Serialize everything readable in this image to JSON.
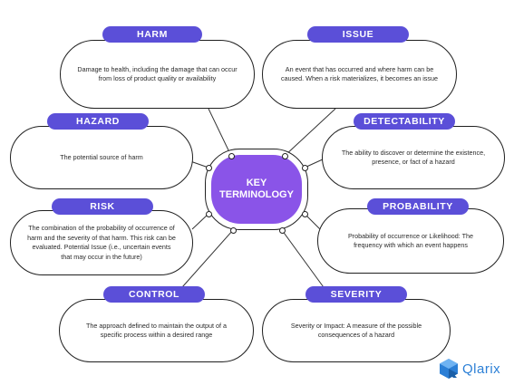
{
  "center": {
    "label": "KEY TERMINOLOGY"
  },
  "terms": {
    "harm": {
      "title": "HARM",
      "description": "Damage to health, including the damage that can occur from loss of product quality or availability"
    },
    "issue": {
      "title": "ISSUE",
      "description": "An event that has occurred and where harm can be caused. When a risk materializes, it becomes an issue"
    },
    "hazard": {
      "title": "HAZARD",
      "description": "The potential source of harm"
    },
    "detectability": {
      "title": "DETECTABILITY",
      "description": "The ability to discover or determine the existence, presence, or fact of a hazard"
    },
    "risk": {
      "title": "RISK",
      "description": "The combination of the probability of occurrence of harm and the severity of that harm. This risk can be evaluated. Potential Issue (i.e., uncertain events that may occur in the future)"
    },
    "probability": {
      "title": "PROBABILITY",
      "description": "Probability of occurrence or Likelihood: The frequency with which an event happens"
    },
    "control": {
      "title": "CONTROL",
      "description": "The approach defined to maintain the output of a specific process within a desired range"
    },
    "severity": {
      "title": "SEVERITY",
      "description": "Severity or Impact: A measure of the possible consequences of a hazard"
    }
  },
  "logo": {
    "text": "Qlarix",
    "icon": "qlarix-logo-icon"
  },
  "colors": {
    "pill": "#5b4fd8",
    "hub": "#8a54e8",
    "logo": "#2b7fd6"
  }
}
